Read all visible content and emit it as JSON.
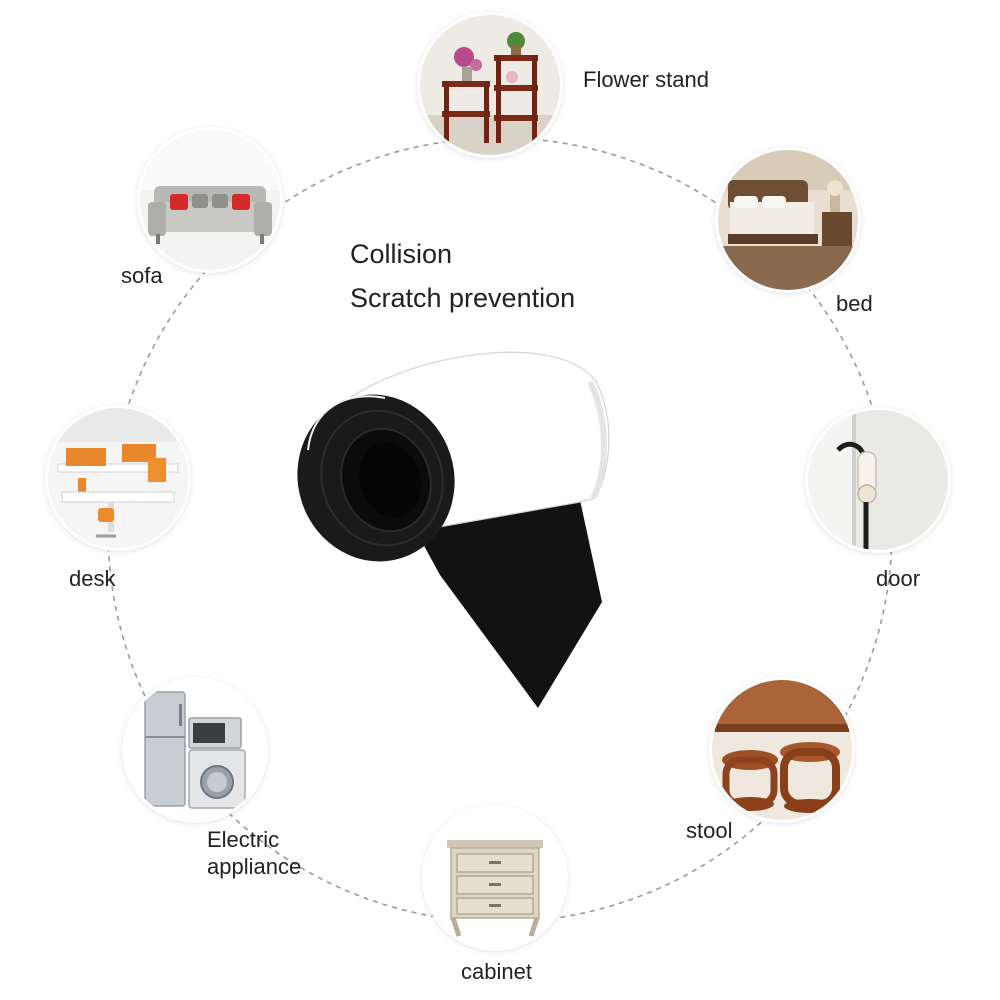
{
  "headline": {
    "line1": "Collision",
    "line2": "Scratch prevention"
  },
  "product": {
    "name": "felt-tape-roll",
    "felt_color": "#111111",
    "backing_color": "#ffffff"
  },
  "applications": [
    {
      "id": "flower-stand",
      "label": "Flower stand",
      "icon": "flower-stand-photo"
    },
    {
      "id": "bed",
      "label": "bed",
      "icon": "bed-photo"
    },
    {
      "id": "door",
      "label": "door",
      "icon": "door-photo"
    },
    {
      "id": "stool",
      "label": "stool",
      "icon": "stool-photo"
    },
    {
      "id": "cabinet",
      "label": "cabinet",
      "icon": "cabinet-photo"
    },
    {
      "id": "electric-appliance",
      "label": "Electric appliance",
      "icon": "appliance-photo"
    },
    {
      "id": "desk",
      "label": "desk",
      "icon": "desk-photo"
    },
    {
      "id": "sofa",
      "label": "sofa",
      "icon": "sofa-photo"
    }
  ],
  "colors": {
    "ring": "#9a9a9a",
    "text": "#222222"
  }
}
